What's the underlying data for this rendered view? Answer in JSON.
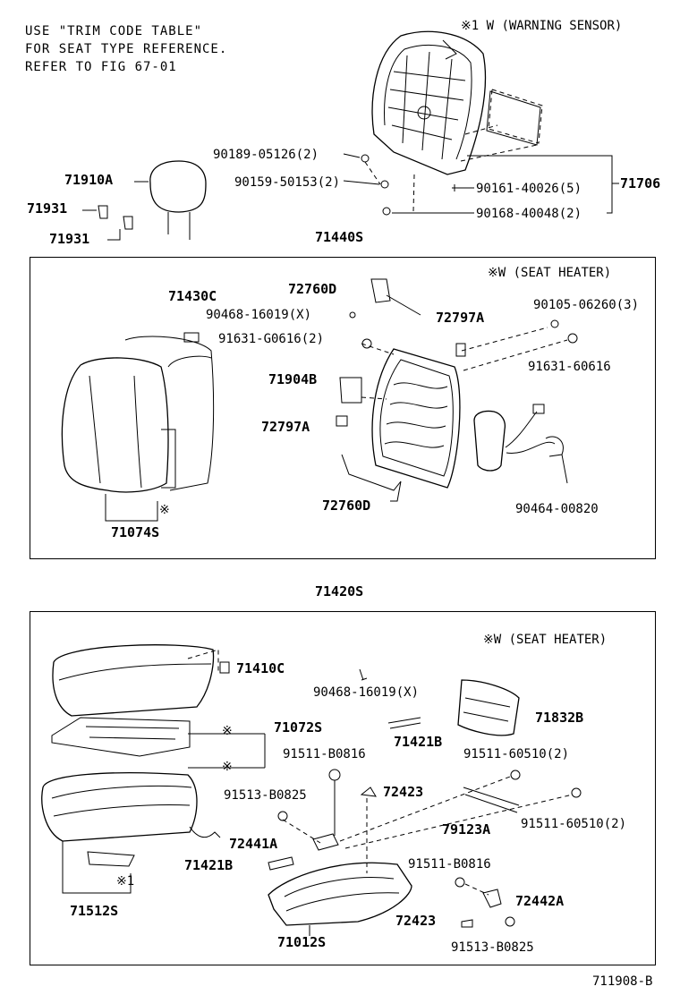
{
  "header_notes": {
    "line1": "USE \"TRIM CODE TABLE\"",
    "line2": "FOR SEAT TYPE REFERENCE.",
    "line3": "REFER TO FIG 67-01",
    "top_right": "※1 W (WARNING SENSOR)"
  },
  "top_parts": {
    "p90189": "90189-05126(2)",
    "p90159": "90159-50153(2)",
    "p90161": "90161-40026(5)",
    "p90168": "90168-40048(2)",
    "p71706": "71706",
    "p71910A": "71910A",
    "p71931a": "71931",
    "p71931b": "71931"
  },
  "back_assembly": {
    "title": "71440S",
    "note": "※W (SEAT HEATER)",
    "p71430C": "71430C",
    "p90468": "90468-16019(X)",
    "p91631g": "91631-G0616(2)",
    "p72760D_top": "72760D",
    "p72797A_top": "72797A",
    "p90105": "90105-06260(3)",
    "p91631": "91631-60616",
    "p71904B": "71904B",
    "p72797A_mid": "72797A",
    "p72760D_bot": "72760D",
    "p90464": "90464-00820",
    "p71074S": "71074S",
    "mark": "※"
  },
  "cushion_assembly": {
    "title": "71420S",
    "note": "※W (SEAT HEATER)",
    "p71410C": "71410C",
    "p90468": "90468-16019(X)",
    "p71832B": "71832B",
    "p71072S": "71072S",
    "mark_a": "※",
    "mark_b": "※",
    "p71421B_r": "71421B",
    "p91511b0816_top": "91511-B0816",
    "p91511_60510_top": "91511-60510(2)",
    "p91513b0825_l": "91513-B0825",
    "p72423_top": "72423",
    "p79123A": "79123A",
    "p91511_60510_bot": "91511-60510(2)",
    "p72441A": "72441A",
    "p71421B_l": "71421B",
    "p91511b0816_bot": "91511-B0816",
    "p72442A": "72442A",
    "p72423_bot": "72423",
    "p91513b0825_r": "91513-B0825",
    "p71512S": "71512S",
    "p71012S": "71012S",
    "mark_1": "※1"
  },
  "footer": {
    "figure_id": "711908-B"
  }
}
